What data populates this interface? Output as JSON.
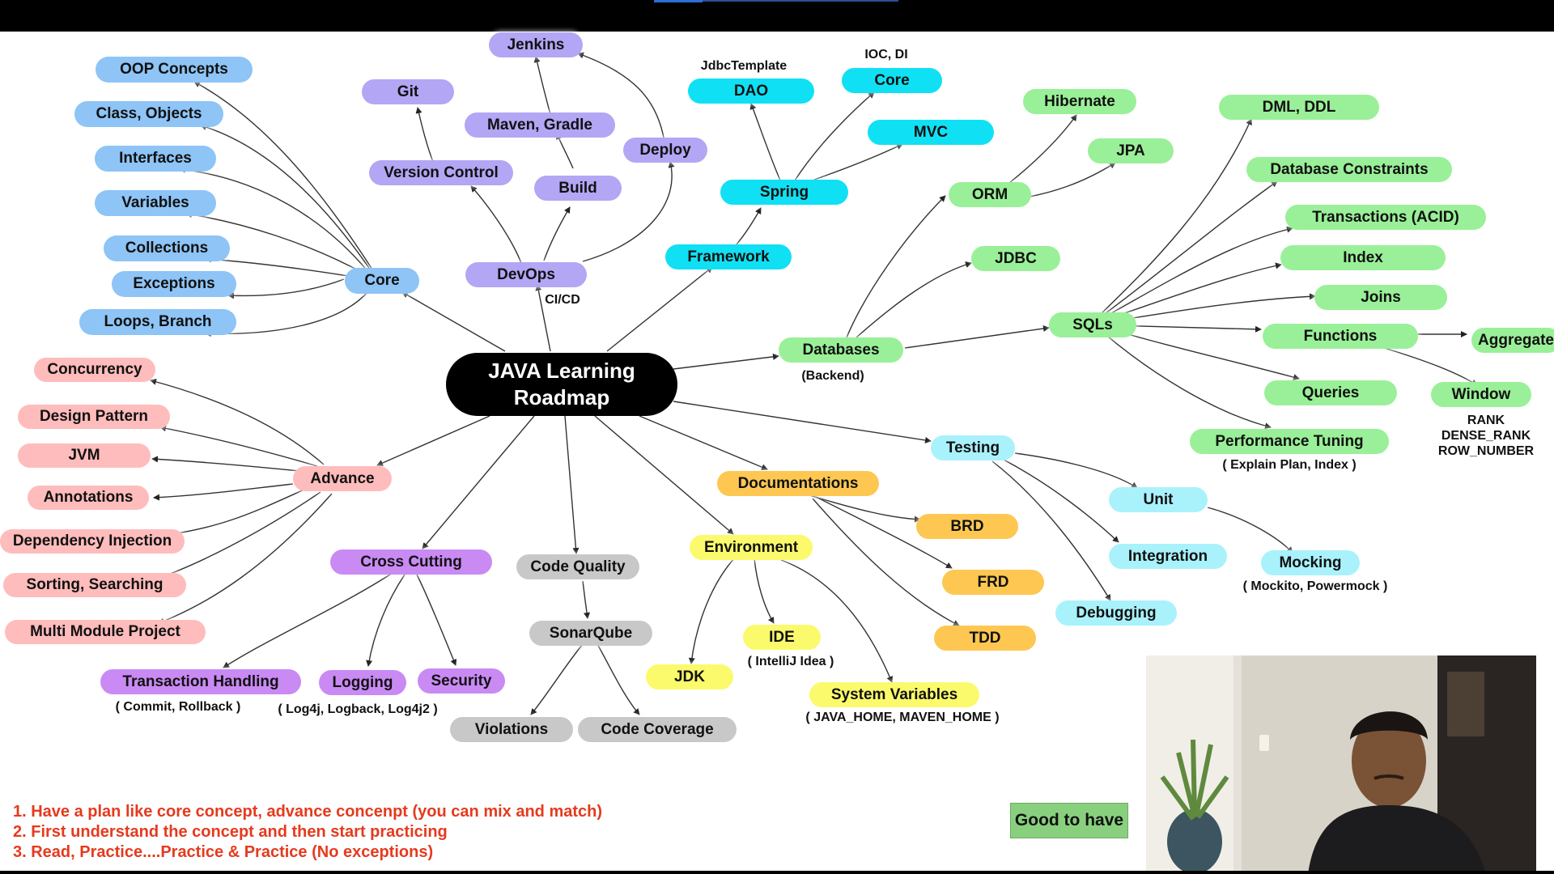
{
  "title": {
    "line1": "JAVA Learning",
    "line2": "Roadmap"
  },
  "colors": {
    "blue": "#8ec4f6",
    "purple_light": "#b3a6f4",
    "cyan": "#10e0f4",
    "green": "#9af098",
    "pink": "#ffbcbc",
    "violet": "#c98af4",
    "gray": "#c8c8c8",
    "yellow": "#fbfa6c",
    "orange": "#fdc752",
    "light_cyan": "#a9f2fb",
    "tips_red": "#e53a1e"
  },
  "nodes": {
    "core": "Core",
    "oop": "OOP Concepts",
    "class_objects": "Class, Objects",
    "interfaces": "Interfaces",
    "variables": "Variables",
    "collections": "Collections",
    "exceptions": "Exceptions",
    "loops": "Loops, Branch",
    "git": "Git",
    "version_control": "Version Control",
    "jenkins": "Jenkins",
    "maven": "Maven, Gradle",
    "deploy": "Deploy",
    "build": "Build",
    "devops": "DevOps",
    "dao": "DAO",
    "spring_core": "Core",
    "mvc": "MVC",
    "spring": "Spring",
    "framework": "Framework",
    "hibernate": "Hibernate",
    "jpa": "JPA",
    "orm": "ORM",
    "jdbc": "JDBC",
    "databases": "Databases",
    "sqls": "SQLs",
    "dml": "DML, DDL",
    "constraints": "Database Constraints",
    "transactions": "Transactions (ACID)",
    "index": "Index",
    "joins": "Joins",
    "functions": "Functions",
    "aggregate": "Aggregate",
    "queries": "Queries",
    "window": "Window",
    "perf": "Performance Tuning",
    "concurrency": "Concurrency",
    "design_pattern": "Design Pattern",
    "jvm": "JVM",
    "annotations": "Annotations",
    "di": "Dependency Injection",
    "sorting": "Sorting, Searching",
    "multi_module": "Multi Module Project",
    "advance": "Advance",
    "cross_cutting": "Cross Cutting",
    "transaction_handling": "Transaction Handling",
    "logging": "Logging",
    "security": "Security",
    "code_quality": "Code Quality",
    "sonarqube": "SonarQube",
    "violations": "Violations",
    "code_coverage": "Code Coverage",
    "environment": "Environment",
    "ide": "IDE",
    "jdk": "JDK",
    "system_variables": "System Variables",
    "documentations": "Documentations",
    "brd": "BRD",
    "frd": "FRD",
    "tdd": "TDD",
    "testing": "Testing",
    "unit": "Unit",
    "integration": "Integration",
    "mocking": "Mocking",
    "debugging": "Debugging"
  },
  "labels": {
    "jdbc_template": "JdbcTemplate",
    "ioc_di": "IOC, DI",
    "cicd": "CI/CD",
    "backend": "(Backend)",
    "rank": "RANK",
    "dense_rank": "DENSE_RANK",
    "row_number": "ROW_NUMBER",
    "explain_plan": "( Explain Plan, Index )",
    "mockito": "( Mockito, Powermock )",
    "intellij": "( IntelliJ Idea )",
    "java_home": "( JAVA_HOME, MAVEN_HOME )",
    "commit_rollback": "( Commit, Rollback )",
    "log4j": "( Log4j, Logback, Log4j2 )"
  },
  "tips": [
    "1. Have a plan like core concept, advance concenpt (you can mix and match)",
    "2. First understand the concept and then start practicing",
    "3. Read, Practice....Practice & Practice (No exceptions)"
  ],
  "good_to_have": "Good to have"
}
